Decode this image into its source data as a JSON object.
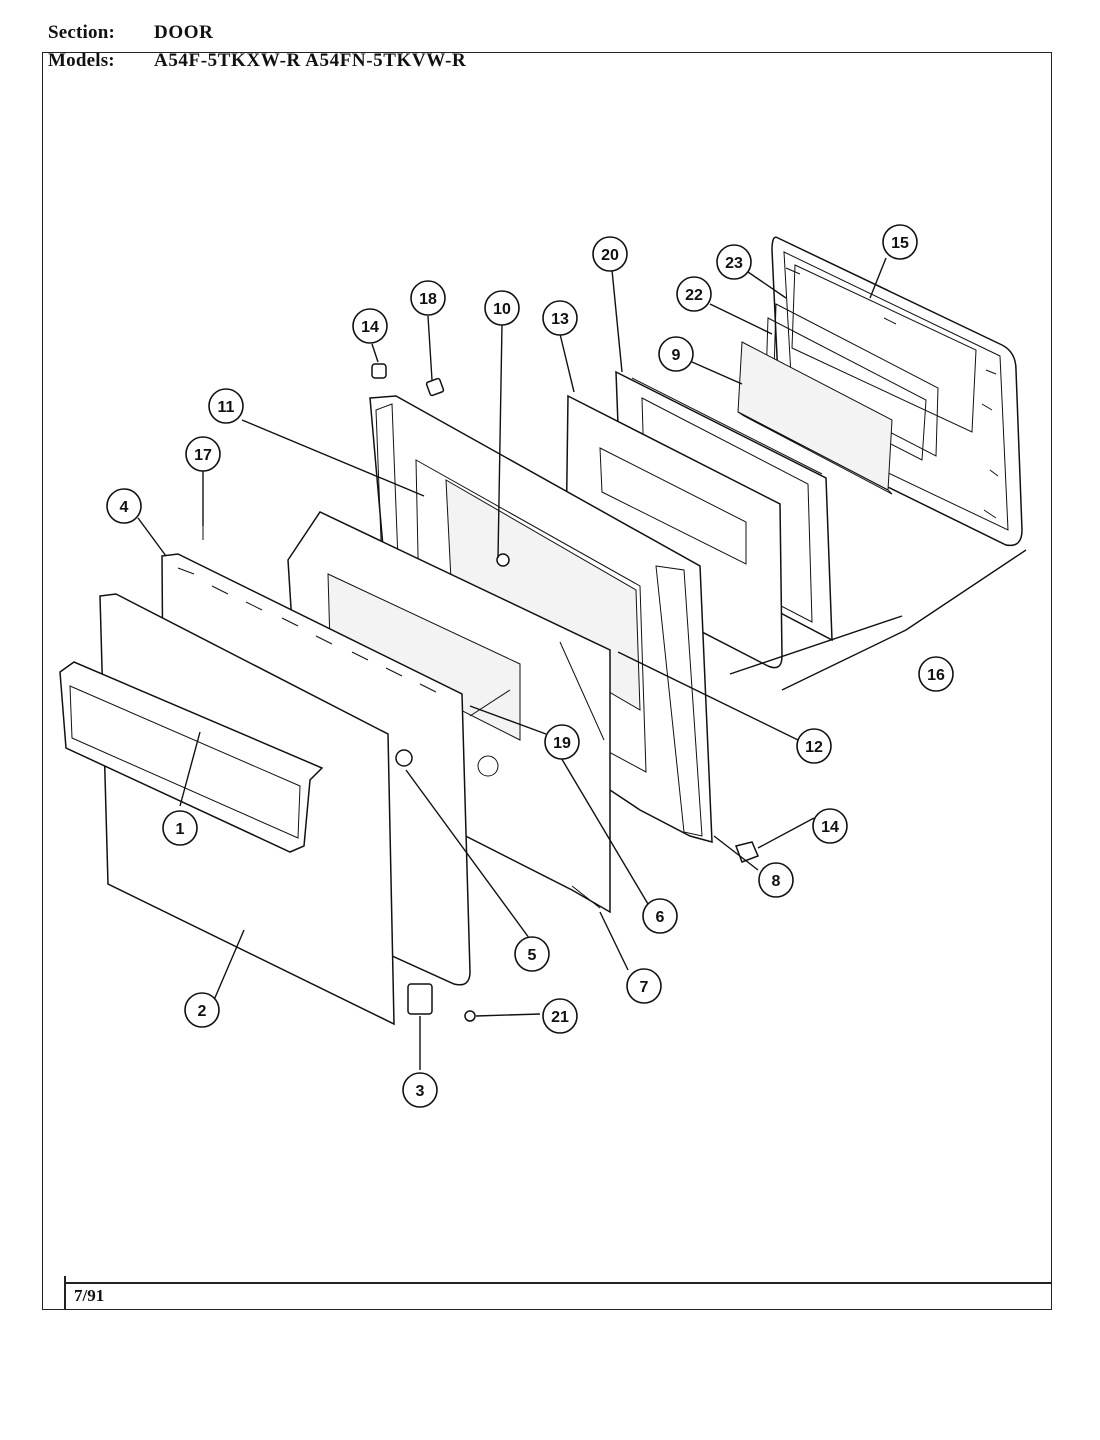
{
  "header": {
    "section_label": "Section:",
    "section_value": "DOOR",
    "models_label": "Models:",
    "models_value": "A54F-5TKXW-R  A54FN-5TKVW-R"
  },
  "footer": {
    "date": "7/91"
  },
  "callouts": [
    "14",
    "18",
    "10",
    "13",
    "20",
    "23",
    "15",
    "22",
    "9",
    "11",
    "17",
    "4",
    "19",
    "12",
    "14",
    "8",
    "1",
    "5",
    "6",
    "7",
    "2",
    "21",
    "3",
    "16"
  ]
}
